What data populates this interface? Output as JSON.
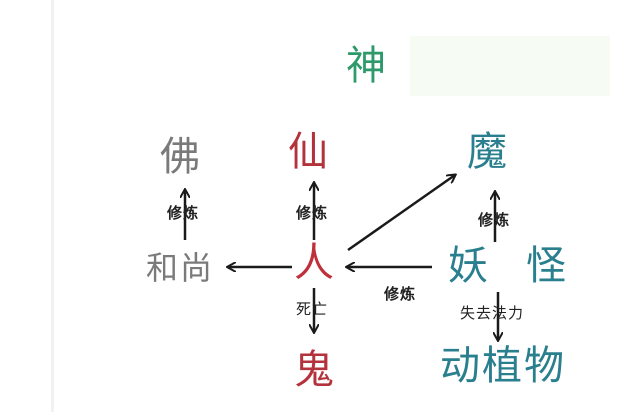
{
  "diagram": {
    "colors": {
      "god": "#2e9a6a",
      "immortal": "#b3323c",
      "human": "#c0303a",
      "ghost": "#b3323c",
      "buddha": "#7a7a7a",
      "monk": "#7a7a7a",
      "demon": "#2a7f8f",
      "monster": "#2a7f8f",
      "creatures": "#2a7f8f",
      "arrow": "#1a1a1a"
    },
    "nodes": {
      "god": "神",
      "buddha": "佛",
      "immortal": "仙",
      "demon": "魔",
      "monk": "和尚",
      "human": "人",
      "monster_yao": "妖",
      "monster_guai": "怪",
      "ghost": "鬼",
      "creatures": "动植物"
    },
    "edges": [
      {
        "from": "monk",
        "to": "buddha",
        "label": "修炼"
      },
      {
        "from": "human",
        "to": "immortal",
        "label": "修炼"
      },
      {
        "from": "human",
        "to": "demon",
        "label": ""
      },
      {
        "from": "monster",
        "to": "demon",
        "label": "修炼"
      },
      {
        "from": "human",
        "to": "monk",
        "label": ""
      },
      {
        "from": "monster",
        "to": "human",
        "label": "修炼"
      },
      {
        "from": "human",
        "to": "ghost",
        "label": "死亡"
      },
      {
        "from": "monster",
        "to": "creatures",
        "label": "失去法力"
      }
    ]
  }
}
